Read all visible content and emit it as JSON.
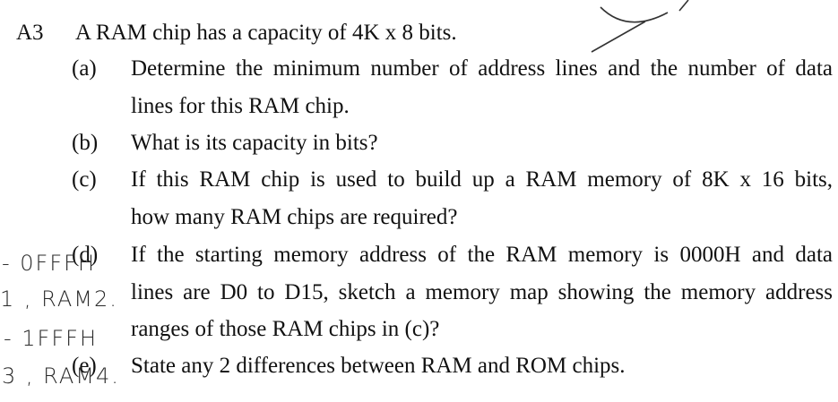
{
  "question": {
    "number": "A3",
    "stem": "A RAM chip has a capacity of 4K x 8 bits."
  },
  "parts": [
    {
      "label": "(a)",
      "lines": [
        "Determine the minimum number of address lines and the number of data",
        "lines for this RAM chip."
      ]
    },
    {
      "label": "(b)",
      "lines": [
        "What is its capacity in bits?"
      ]
    },
    {
      "label": "(c)",
      "lines": [
        "If this RAM chip is used to build up a RAM memory of 8K x 16 bits,",
        "how many RAM chips are required?"
      ]
    },
    {
      "label": "(d)",
      "lines": [
        "If the starting memory address of the RAM memory is 0000H and data",
        "lines are D0 to D15, sketch a memory map showing the memory address",
        "ranges of those RAM chips in (c)?"
      ]
    },
    {
      "label": "(e)",
      "lines": [
        "State any 2 differences between RAM and ROM chips."
      ]
    }
  ],
  "annotations": {
    "line1": "- 0FFFH",
    "line2": "1 , RAM2.",
    "line3": "- 1FFFH",
    "line4": "3 , RAM4."
  }
}
